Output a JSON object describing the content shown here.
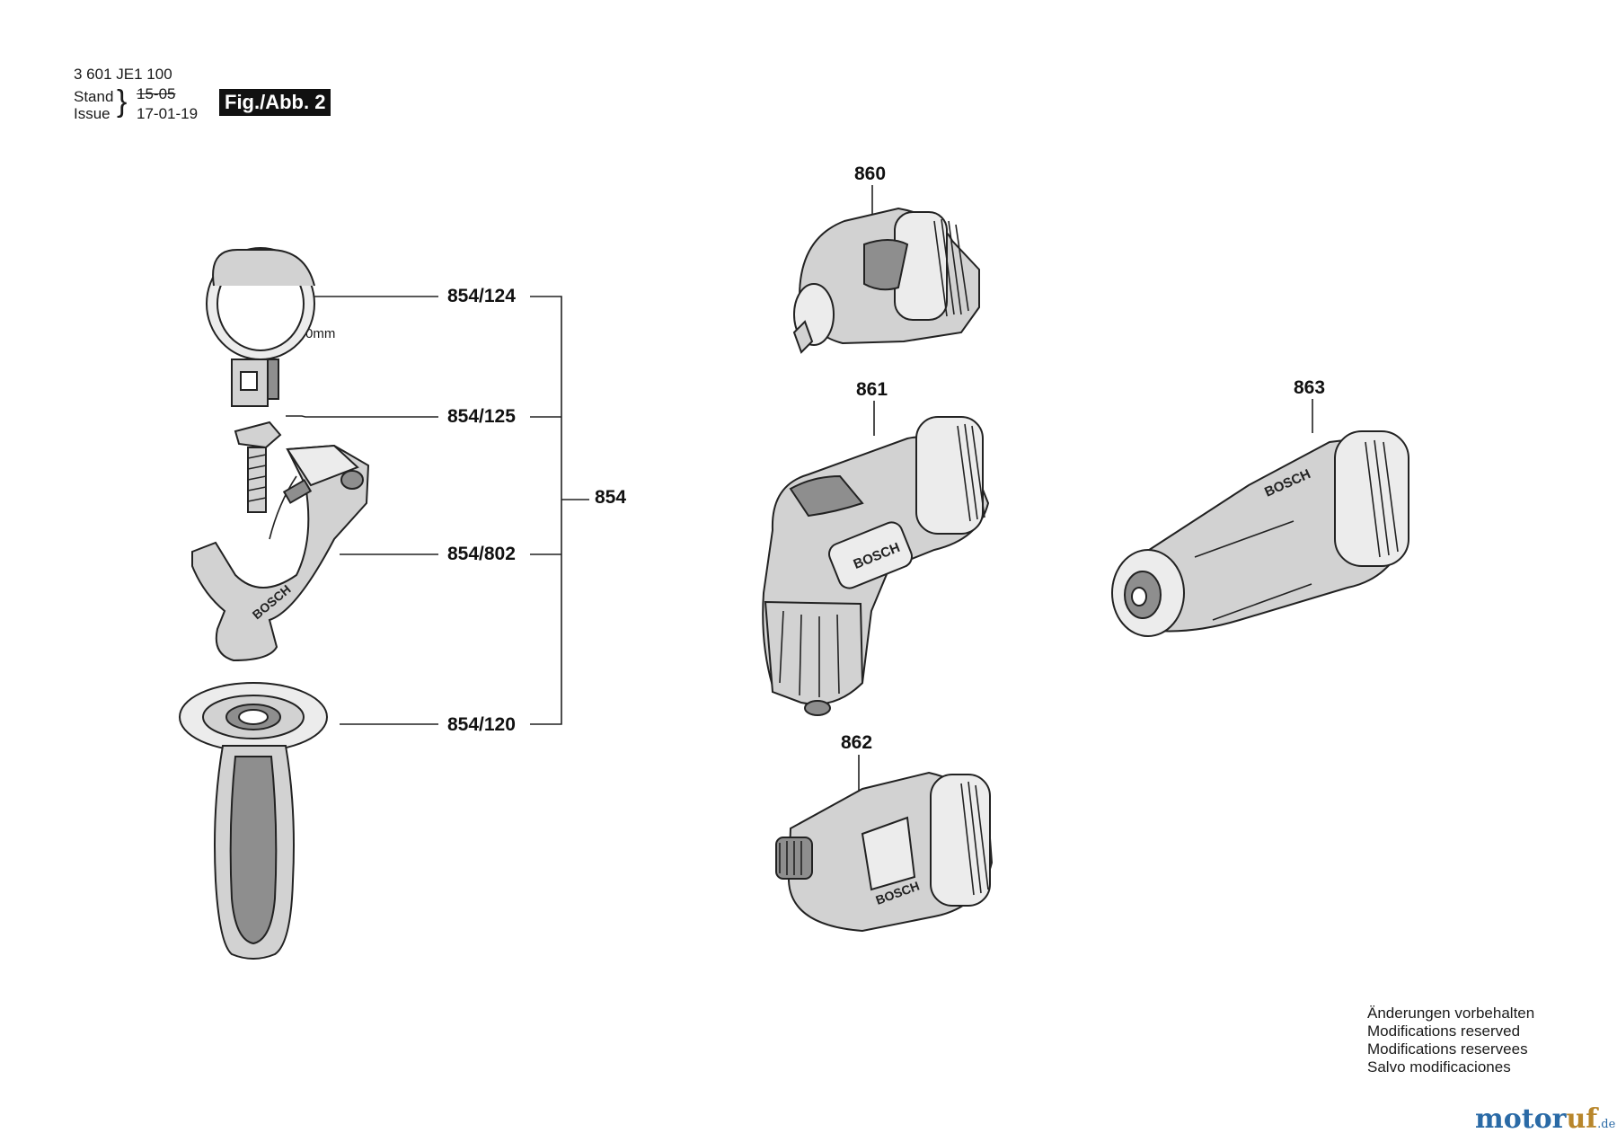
{
  "header": {
    "doc_number": "3 601 JE1 100",
    "stand_label": "Stand",
    "issue_label": "Issue",
    "stand_value": "15-05",
    "issue_value": "17-01-19",
    "fig_label": "Fig./Abb. 2"
  },
  "parts": {
    "p854_124": "854/124",
    "p854_125": "854/125",
    "p854_802": "854/802",
    "p854_120": "854/120",
    "p854": "854",
    "p860": "860",
    "p861": "861",
    "p862": "862",
    "p863": "863"
  },
  "annotations": {
    "diameter": "Ø50mm",
    "bosch_text": "BOSCH"
  },
  "notes": [
    "Änderungen vorbehalten",
    "Modifications reserved",
    "Modifications reservees",
    "Salvo modificaciones"
  ],
  "watermark": {
    "main": "motor",
    "accent": "uf",
    "suffix": ".de"
  },
  "colors": {
    "ink": "#222222",
    "badge_bg": "#111111",
    "brand_blue": "#2a6aa6",
    "brand_gold": "#b8862b"
  }
}
